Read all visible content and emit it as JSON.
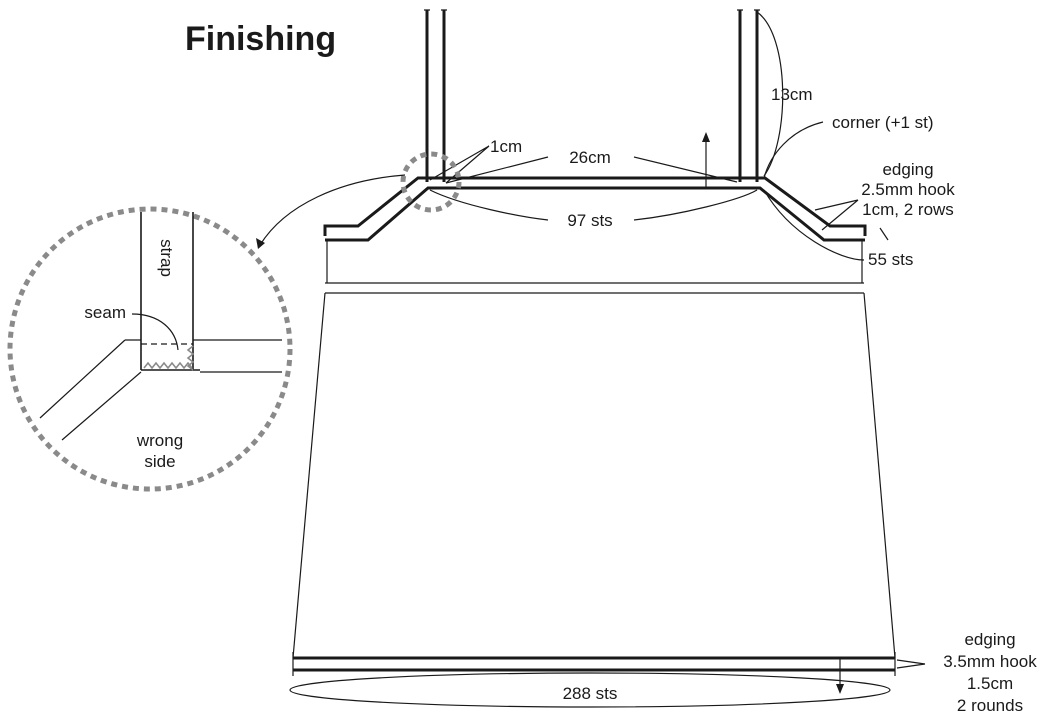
{
  "title": "Finishing",
  "labels": {
    "strap_length": "13cm",
    "corner": "corner (+1 st)",
    "strap_width": "1cm",
    "front_width": "26cm",
    "front_sts": "97 sts",
    "side_sts": "55 sts",
    "hem_sts": "288 sts"
  },
  "top_edging": [
    "edging",
    "2.5mm hook",
    "1cm, 2 rows"
  ],
  "bottom_edging": [
    "edging",
    "3.5mm hook",
    "1.5cm",
    "2 rounds"
  ],
  "detail": {
    "strap": "strap",
    "seam": "seam",
    "wrong_side": [
      "wrong",
      "side"
    ]
  },
  "colors": {
    "line": "#1a1a1a",
    "detail_outline": "#8a8a8a",
    "seam_stitch": "#8a8a8a"
  }
}
